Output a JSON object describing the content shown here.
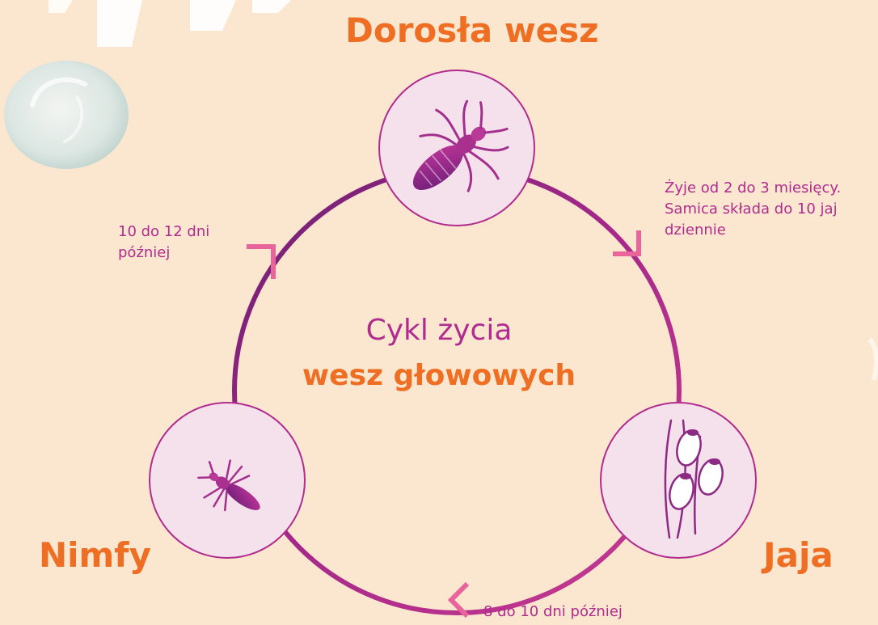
{
  "stages": {
    "adult": {
      "title": "Dorosła wesz",
      "note": "Żyje od 2 do 3 miesięcy.\nSamica składa do 10 jaj\ndziennie"
    },
    "eggs": {
      "title": "Jaja",
      "note": "8 do 10 dni później"
    },
    "nymph": {
      "title": "Nimfy",
      "note": "10 do 12 dni\npóźniej"
    }
  },
  "center": {
    "line1": "Cykl życia",
    "line2": "wesz głowowych"
  },
  "icons": {
    "adult": "adult-louse-icon",
    "eggs": "lice-eggs-icon",
    "nymph": "nymph-louse-icon",
    "arrows": "chevron-arrow-icon"
  },
  "colors": {
    "background": "#fbe7d0",
    "accent_orange": "#ee6f24",
    "magenta": "#b02c8e",
    "purple": "#7d2377",
    "arrow_pink": "#e9649a",
    "circle_fill": "#f5e1eb"
  }
}
